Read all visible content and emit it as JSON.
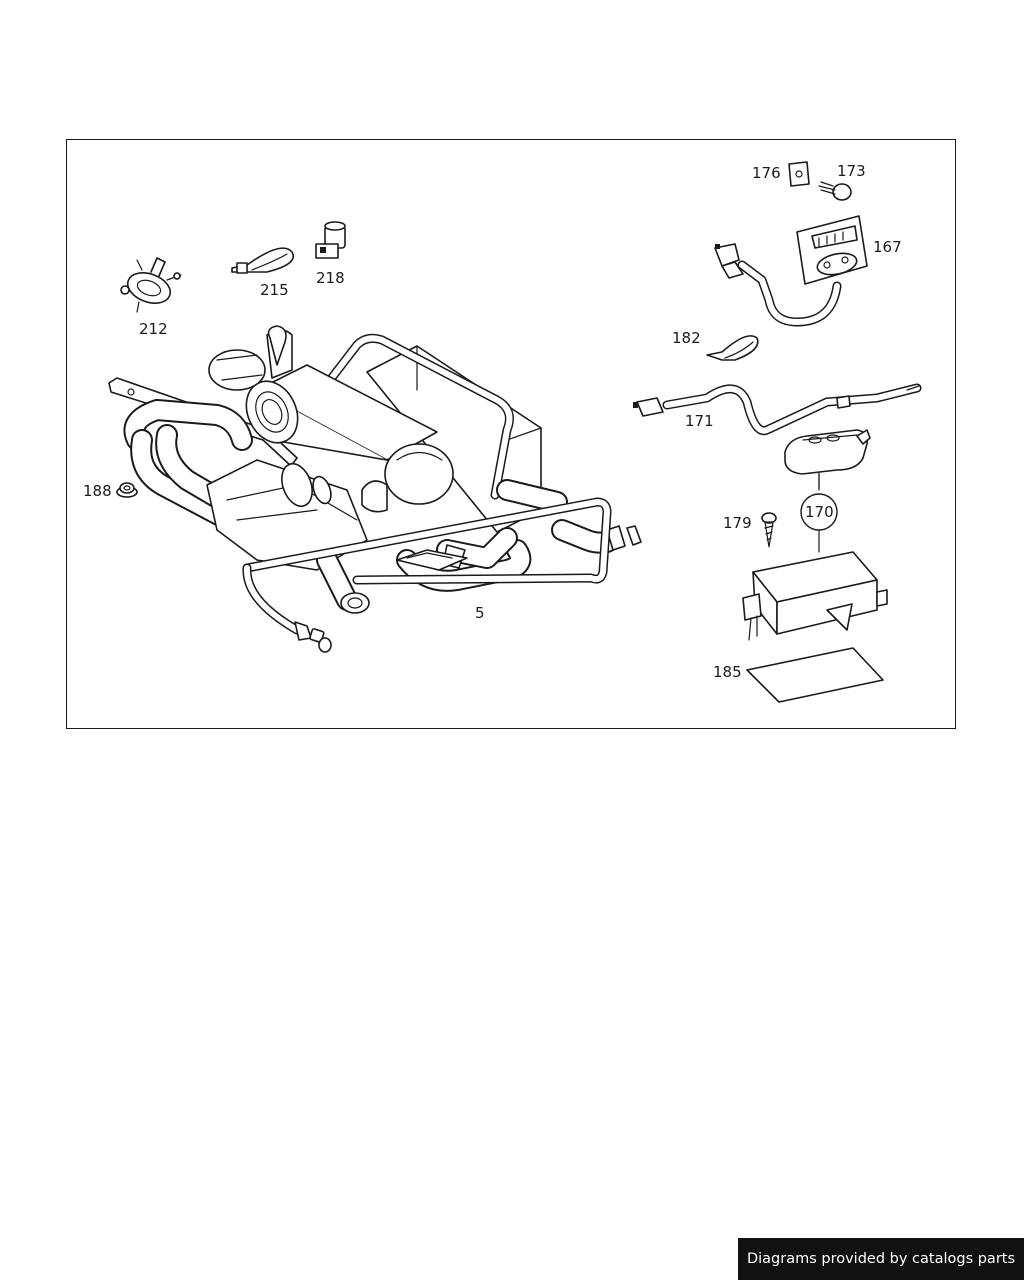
{
  "diagram": {
    "callouts": {
      "c5": "5",
      "c167": "167",
      "c170": "170",
      "c171": "171",
      "c173": "173",
      "c176": "176",
      "c179": "179",
      "c182": "182",
      "c185": "185",
      "c188": "188",
      "c212": "212",
      "c215": "215",
      "c218": "218"
    },
    "line_color": "#1a1a1a",
    "background": "#ffffff"
  },
  "footer": {
    "credit": "Diagrams provided by catalogs parts",
    "background": "#111111",
    "text_color": "#ffffff"
  }
}
